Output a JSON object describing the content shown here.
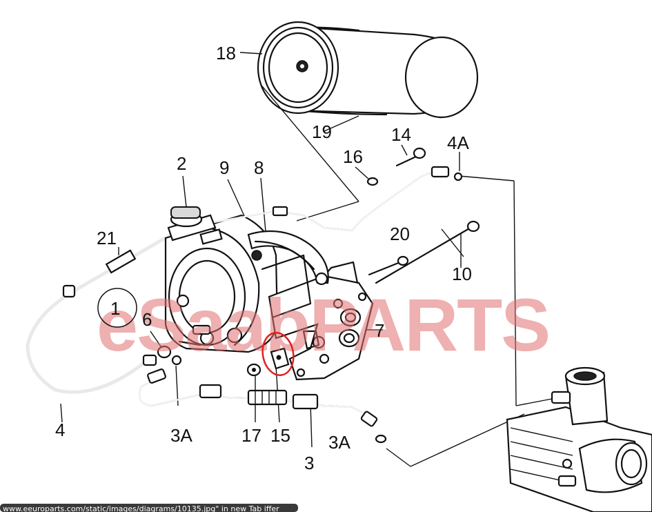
{
  "diagram": {
    "callouts": [
      "1",
      "2",
      "3",
      "3A",
      "3A",
      "4",
      "4A",
      "6",
      "7",
      "8",
      "9",
      "10",
      "14",
      "15",
      "16",
      "17",
      "18",
      "19",
      "20",
      "21"
    ],
    "watermark": "eSaabPARTS",
    "status_url": "www.eeuroparts.com/static/images/diagrams/10135.jpg\" in new Tab  iffer"
  },
  "highlight": {
    "color": "#e02020",
    "target_part": "15"
  },
  "colors": {
    "watermark": "#e0706f",
    "line": "#111111"
  }
}
